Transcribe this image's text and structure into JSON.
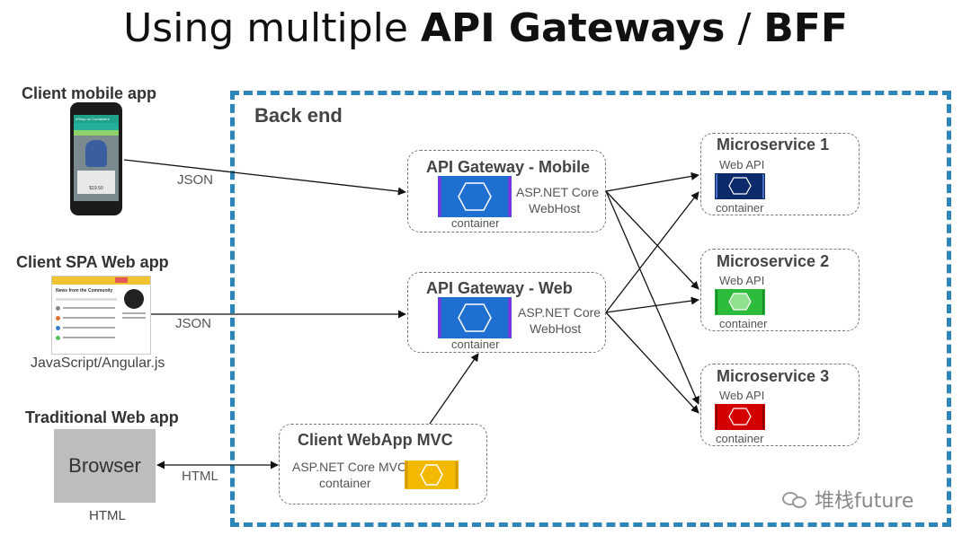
{
  "title": {
    "prefix": "Using multiple ",
    "bold": "API Gateways",
    "sep": " / ",
    "bold2": "BFF"
  },
  "clients": {
    "mobile": {
      "label": "Client mobile app",
      "phone": {
        "header": "eShop on Containers",
        "price": "$19.50"
      }
    },
    "spa": {
      "label": "Client SPA Web app",
      "sublabel": "JavaScript/Angular.js",
      "site": {
        "heading": "News from the Community"
      }
    },
    "traditional": {
      "label": "Traditional Web app",
      "browser": "Browser",
      "sublabel": "HTML"
    }
  },
  "links": {
    "json1": "JSON",
    "json2": "JSON",
    "html": "HTML"
  },
  "backend": {
    "title": "Back end"
  },
  "gateways": {
    "mobile": {
      "title": "API Gateway - Mobile",
      "tech": "ASP.NET Core",
      "host": "WebHost",
      "container": "container",
      "color": "#1f6fd0"
    },
    "web": {
      "title": "API Gateway - Web",
      "tech": "ASP.NET Core",
      "host": "WebHost",
      "container": "container",
      "color": "#1f6fd0"
    }
  },
  "mvc": {
    "title": "Client WebApp MVC",
    "tech": "ASP.NET Core MVC",
    "container": "container",
    "color": "#f2b900"
  },
  "microservices": [
    {
      "title": "Microservice 1",
      "api": "Web API",
      "container": "container",
      "color": "#0b2a6b"
    },
    {
      "title": "Microservice 2",
      "api": "Web API",
      "container": "container",
      "color": "#2dbb3c"
    },
    {
      "title": "Microservice 3",
      "api": "Web API",
      "container": "container",
      "color": "#d40000"
    }
  ],
  "watermark": "堆栈future"
}
